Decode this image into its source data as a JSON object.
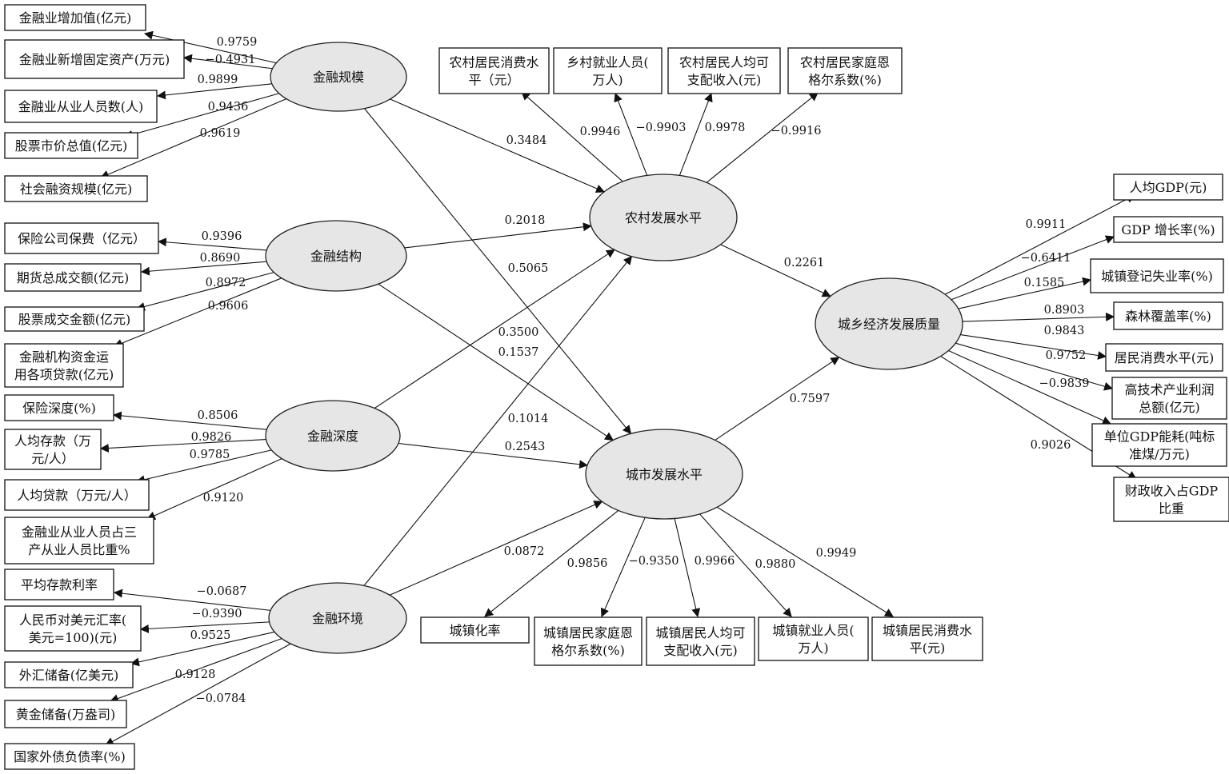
{
  "latents": {
    "jr_gm": "金融规模",
    "jr_jg": "金融结构",
    "jr_sd": "金融深度",
    "jr_hj": "金融环境",
    "nc": "农村发展水平",
    "cs": "城市发展水平",
    "cx": "城乡经济发展质量"
  },
  "indicators": {
    "i1": [
      "金融业增加值(亿元)"
    ],
    "i2": [
      "金融业新增固定资产(万元)"
    ],
    "i3": [
      "金融业从业人员数(人)"
    ],
    "i4": [
      "股票市价总值(亿元)"
    ],
    "i5": [
      "社会融资规模(亿元)"
    ],
    "i6": [
      "保险公司保费（亿元）"
    ],
    "i7": [
      "期货总成交额(亿元)"
    ],
    "i8": [
      "股票成交金额(亿元)"
    ],
    "i9": [
      "金融机构资金运",
      "用各项贷款(亿元)"
    ],
    "i10": [
      "保险深度(%)"
    ],
    "i11": [
      "人均存款（万",
      "元/人）"
    ],
    "i12": [
      "人均贷款（万元/人）"
    ],
    "i13": [
      "金融业从业人员占三",
      "产从业人员比重%"
    ],
    "i14": [
      "平均存款利率"
    ],
    "i15": [
      "人民币对美元汇率(",
      "美元=100)(元)"
    ],
    "i16": [
      "外汇储备(亿美元)"
    ],
    "i17": [
      "黄金储备(万盎司)"
    ],
    "i18": [
      "国家外债负债率(%)"
    ],
    "r1": [
      "农村居民消费水",
      "平（元）"
    ],
    "r2": [
      "乡村就业人员(",
      "万人)"
    ],
    "r3": [
      "农村居民人均可",
      "支配收入(元)"
    ],
    "r4": [
      "农村居民家庭恩",
      "格尔系数(%)"
    ],
    "u1": [
      "城镇化率"
    ],
    "u2": [
      "城镇居民家庭恩",
      "格尔系数(%)"
    ],
    "u3": [
      "城镇居民人均可",
      "支配收入(元)"
    ],
    "u4": [
      "城镇就业人员(",
      "万人)"
    ],
    "u5": [
      "城镇居民消费水",
      "平(元)"
    ],
    "q1": [
      "人均GDP(元)"
    ],
    "q2": [
      "GDP 增长率(%)"
    ],
    "q3": [
      "城镇登记失业率(%)"
    ],
    "q4": [
      "森林覆盖率(%)"
    ],
    "q5": [
      "居民消费水平(元)"
    ],
    "q6": [
      "高技术产业利润",
      "总额(亿元)"
    ],
    "q7": [
      "单位GDP能耗(吨标",
      "准煤/万元)"
    ],
    "q8": [
      "财政收入占GDP",
      "比重"
    ]
  },
  "loadings": {
    "i1": "0.9759",
    "i2": "−0.4931",
    "i3": "0.9899",
    "i4": "0.9436",
    "i5": "0.9619",
    "i6": "0.9396",
    "i7": "0.8690",
    "i8": "0.8972",
    "i9": "0.9606",
    "i10": "0.8506",
    "i11": "0.9826",
    "i12": "0.9785",
    "i13": "0.9120",
    "i14": "−0.0687",
    "i15": "−0.9390",
    "i16": "0.9525",
    "i17": "0.9128",
    "i18": "−0.0784",
    "r1": "0.9946",
    "r2": "−0.9903",
    "r3": "0.9978",
    "r4": "−0.9916",
    "u1": "0.0872",
    "u2": "0.9856",
    "u3": "−0.9350",
    "u4": "0.9966",
    "u5": "0.9880",
    "u5b": "0.9949",
    "q1": "0.9911",
    "q2": "−0.6411",
    "q3": "0.1585",
    "q4": "0.8903",
    "q5": "0.9843",
    "q6": "0.9752",
    "q7": "−0.9839",
    "q8": "0.9026"
  },
  "paths": {
    "gm_nc": "0.3484",
    "jg_nc": "0.2018",
    "gm_cs": "0.5065",
    "sd_nc": "0.3500",
    "jg_cs": "0.1537",
    "hj_nc": "0.1014",
    "sd_cs": "0.2543",
    "nc_cx": "0.2261",
    "cs_cx": "0.7597"
  }
}
